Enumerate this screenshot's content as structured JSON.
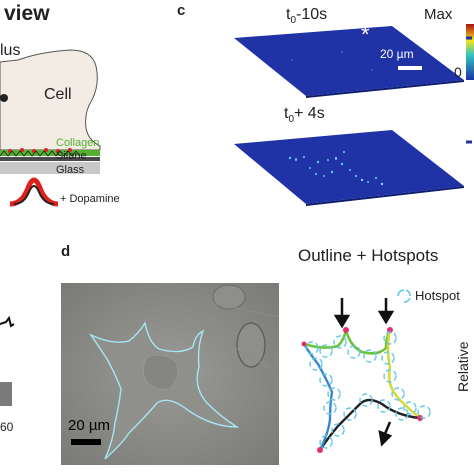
{
  "panel_a": {
    "title_fragment": "view",
    "stimulus_fragment": "lus",
    "cell_label": "Cell",
    "collagen_label": "Collagen",
    "silane_label": "Silane",
    "glass_label": "Glass",
    "dopamine_label": "+ Dopamine"
  },
  "panel_c": {
    "letter": "c",
    "time_before": "t",
    "time_before_sub": "0",
    "time_before_suffix": "-10s",
    "time_after": "t",
    "time_after_sub": "0",
    "time_after_suffix": "+ 4s",
    "colorbar_max": "Max",
    "colorbar_tick": "0",
    "scale_bar": "20 µm",
    "star": "*"
  },
  "panel_b_fragment": {
    "tick_fragment": "60"
  },
  "panel_d": {
    "letter": "d",
    "scale_bar": "20 µm",
    "title": "Outline + Hotspots",
    "legend_label": "Hotspot",
    "axis_fragment": "Relative"
  },
  "colors": {
    "heatmap_blue": "#1f33a6",
    "collagen_green": "#55b030",
    "dopamine_red": "#e0201a",
    "outline_cyan": "#7fd6e6",
    "micrograph_gray": "#8a8a86"
  }
}
